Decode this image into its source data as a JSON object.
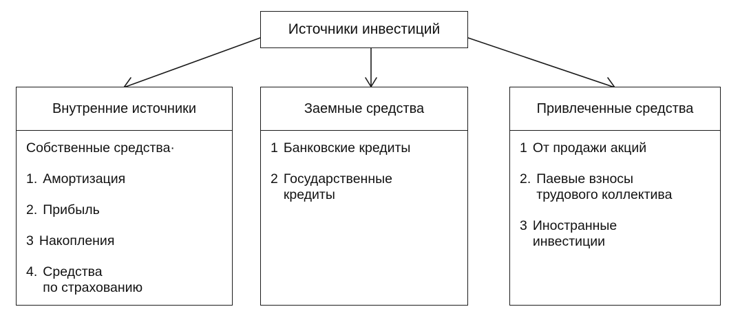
{
  "root": {
    "label": "Источники инвестиций"
  },
  "columns": [
    {
      "title": "Внутренние источники",
      "intro": "Собственные средства·",
      "items": [
        {
          "num": "1.",
          "text": "Амортизация"
        },
        {
          "num": "2.",
          "text": "Прибыль"
        },
        {
          "num": "3",
          "text": "Накопления"
        },
        {
          "num": "4.",
          "text": "Средства\nпо страхованию"
        }
      ]
    },
    {
      "title": "Заемные средства",
      "items": [
        {
          "num": "1",
          "text": "Банковские кредиты"
        },
        {
          "num": "2",
          "text": "Государственные\nкредиты"
        }
      ]
    },
    {
      "title": "Привлеченные средства",
      "items": [
        {
          "num": "1",
          "text": "От продажи акций"
        },
        {
          "num": "2.",
          "text": "Паевые взносы\nтрудового коллектива"
        },
        {
          "num": "3",
          "text": "Иностранные\nинвестиции"
        }
      ]
    }
  ],
  "colors": {
    "line": "#1a1a1a",
    "background": "#ffffff",
    "text": "#111111"
  }
}
